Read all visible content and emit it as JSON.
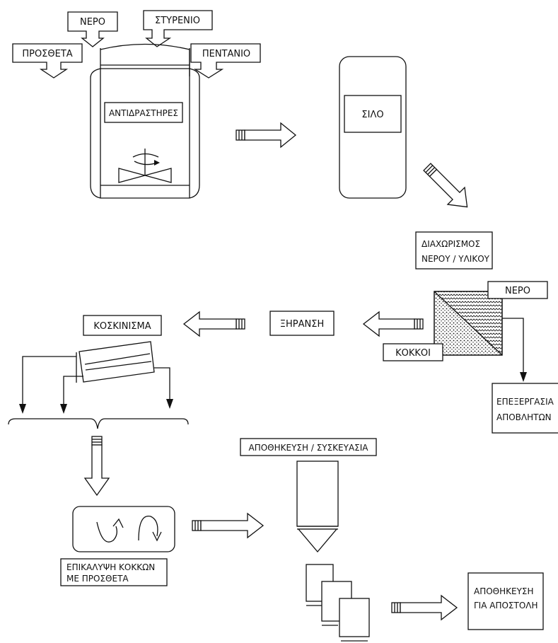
{
  "labels": {
    "water_top": "ΝΕΡΟ",
    "styrene": "ΣΤΥΡΕΝΙΟ",
    "additives": "ΠΡΟΣΘΕΤΑ",
    "pentane": "ΠΕΝΤΑΝΙΟ",
    "reactors": "ΑΝΤΙΔΡΑΣΤΗΡΕΣ",
    "silo": "ΣΙΛΟ",
    "separation_line1": "ΔΙΑΧΩΡΙΣΜΟΣ",
    "separation_line2": "ΝΕΡΟΥ / ΥΛΙΚΟΥ",
    "water_sep": "ΝΕΡΟ",
    "granules": "ΚΟΚΚΟΙ",
    "waste_line1": "ΕΠΕΞΕΡΓΑΣΙΑ",
    "waste_line2": "ΑΠΟΒΛΗΤΩΝ",
    "drying": "ΞΗΡΑΝΣΗ",
    "sieving": "ΚΟΣΚΙΝΙΣΜΑ",
    "coating_line1": "ΕΠΙΚΑΛΥΨΗ ΚΟΚΚΩΝ",
    "coating_line2": "ΜΕ ΠΡΟΣΘΕΤΑ",
    "storage_packaging": "ΑΠΟΘΗΚΕΥΣΗ / ΣΥΣΚΕΥΑΣΙΑ",
    "shipping_line1": "ΑΠΟΘΗΚΕΥΣΗ",
    "shipping_line2": "ΓΙΑ ΑΠΟΣΤΟΛΗ"
  }
}
